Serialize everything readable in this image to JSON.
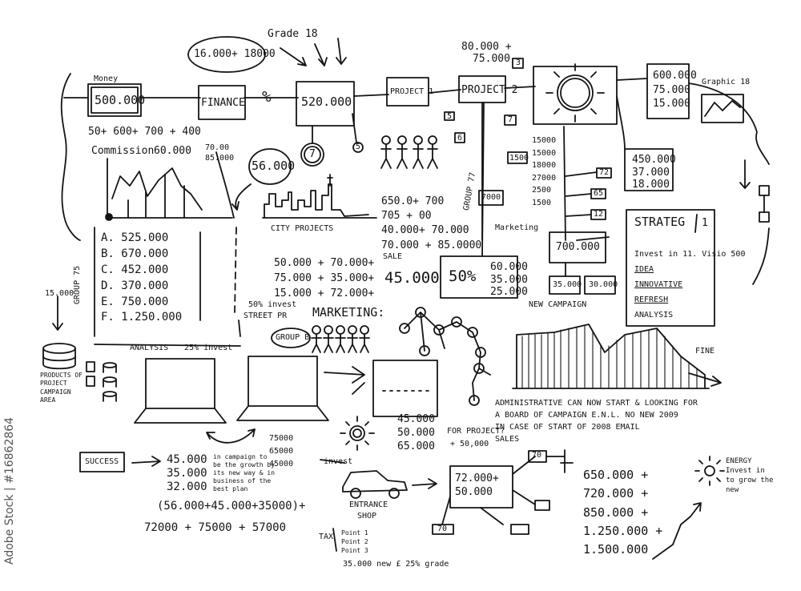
{
  "header": {
    "budget_a": "16.000+ 18000",
    "grade": "Grade 18",
    "project2_top": "80.000 +",
    "project2_top2": "75.000"
  },
  "flow": {
    "money_label": "Money",
    "budget": "500.000",
    "finance": "FINANCE",
    "percent": "%",
    "total": "520.000",
    "project1": "PROJECT 1",
    "project2": "PROJECT 2",
    "badge3": "3",
    "badge5": "5",
    "badge6": "6",
    "badge7a": "7",
    "badge7b": "7",
    "badge5b": "5"
  },
  "right_stack": {
    "values": [
      "600.000",
      "75.000",
      "15.000"
    ],
    "graphic_label": "Graphic 18"
  },
  "commission": {
    "sum": "50+ 600+ 700 + 400",
    "label": "Commission",
    "value": "60.000",
    "side_a": "70.00",
    "side_b": "85.000"
  },
  "city": {
    "value": "56.000",
    "label": "CITY PROJECTS",
    "values": [
      "650.0+ 700",
      "705 + 00",
      "40.000+ 70.000",
      "70.000 + 85.0000"
    ],
    "sale": "SALE",
    "total": "45.000"
  },
  "group75": {
    "label": "GROUP 75",
    "items": [
      "A. 525.000",
      "B. 670.000",
      "C. 452.000",
      "D. 370.000",
      "E. 750.000",
      "F. 1.250.000"
    ],
    "percent_note": "50% invest"
  },
  "sums": {
    "rows": [
      "50.000 + 70.000+",
      "75.000 + 35.000+",
      "15.000 + 72.000+"
    ]
  },
  "mid_chart": {
    "values": [
      "15000",
      "15000",
      "18000",
      "27000",
      "2500",
      "1500"
    ],
    "box1500": "1500",
    "box7000": "7000",
    "group": "GROUP 77",
    "tag12": "12",
    "tag65": "65",
    "tag72": "72",
    "right_values": [
      "450.000",
      "37.000",
      "18.000"
    ]
  },
  "strategy": {
    "title": "STRATEG",
    "num": "1",
    "items": [
      "Invest in 11. Visio 500",
      "IDEA",
      "INNOVATIVE",
      "REFRESH",
      "ANALYSIS"
    ]
  },
  "center_box": {
    "percent": "50%",
    "values": [
      "60.000",
      "35.000",
      "25.000"
    ],
    "under": "Marketing"
  },
  "right_mid": {
    "main": "700.000",
    "a": "35.000",
    "b": "30.000",
    "note": "NEW  CAMPAIGN"
  },
  "marketing": {
    "title": "MARKETING:",
    "group_b": "GROUP B",
    "street": "STREET PR",
    "analysis": "ANALYSIS",
    "invest": "25% invest"
  },
  "left_db": {
    "value": "15.000",
    "caption": [
      "PRODUCTS OF",
      "PROJECT",
      "CAMPAIGN",
      "AREA"
    ]
  },
  "notes_right": {
    "lines": [
      "ADMINISTRATIVE CAN NOW START & LOOKING FOR",
      "A BOARD OF CAMPAIGN E.N.L. NO NEW 2009",
      "IN CASE OF START OF 2008 EMAIL",
      "SALES"
    ],
    "fine": "FINE"
  },
  "success": {
    "label": "SUCCESS",
    "stack": [
      "45.000",
      "35.000",
      "32.000"
    ],
    "eq1": "(56.000+45.000+35000)+",
    "eq2": "72000 + 75000 + 57000",
    "note": [
      "in campaign to",
      "be the growth by",
      "its new way & in",
      "business of the",
      "best plan"
    ],
    "mid_vals": [
      "75000",
      "65000",
      "45000"
    ],
    "mid_note": "invest",
    "mid_stack": [
      "45.000",
      "50.000",
      "65.000"
    ],
    "for_project": "FOR PROJECT?",
    "for_project2": "+ 50,000"
  },
  "bottom": {
    "car_label": "ENTRANCE",
    "car_sub": "SHOP",
    "box": [
      "72.000+",
      "50.000"
    ],
    "box70": "70",
    "box70b": "70",
    "tax": "TAX",
    "tax_items": [
      "Point 1",
      "Point 2",
      "Point 3"
    ],
    "tax_note": "35.000  new £ 25% grade",
    "right_stack": [
      "650.000 +",
      "720.000 +",
      "850.000 +",
      "1.250.000 +",
      "1.500.000"
    ],
    "energy": [
      "ENERGY",
      "Invest in",
      "to grow the",
      "new"
    ]
  },
  "watermark": "Adobe Stock | #16862864"
}
